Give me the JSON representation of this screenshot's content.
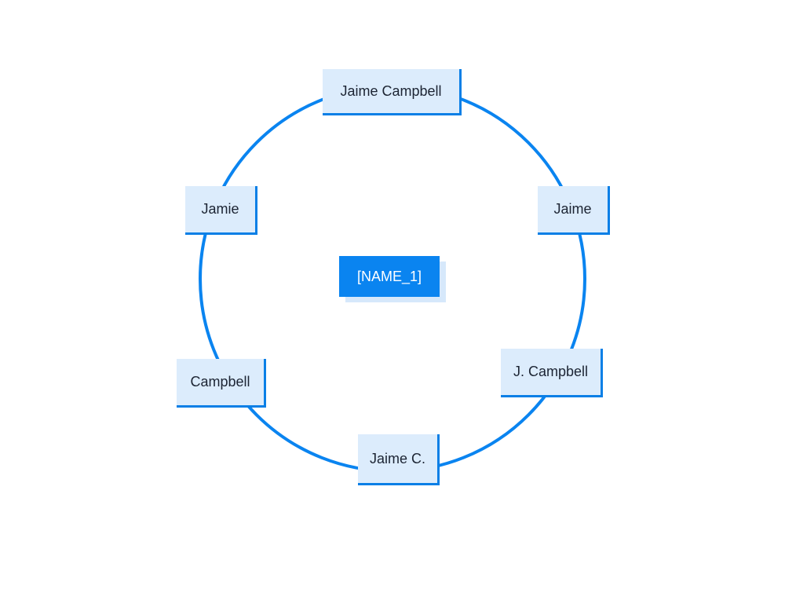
{
  "center": {
    "label": "[NAME_1]"
  },
  "variants": [
    {
      "id": "top",
      "label": "Jaime Campbell"
    },
    {
      "id": "right",
      "label": "Jaime"
    },
    {
      "id": "bottom-right",
      "label": "J. Campbell"
    },
    {
      "id": "bottom",
      "label": "Jaime C."
    },
    {
      "id": "bottom-left",
      "label": "Campbell"
    },
    {
      "id": "left",
      "label": "Jamie"
    }
  ],
  "colors": {
    "ring": "#0a84f0",
    "node_fill": "#dcecfc",
    "center_fill": "#0a84f0"
  }
}
